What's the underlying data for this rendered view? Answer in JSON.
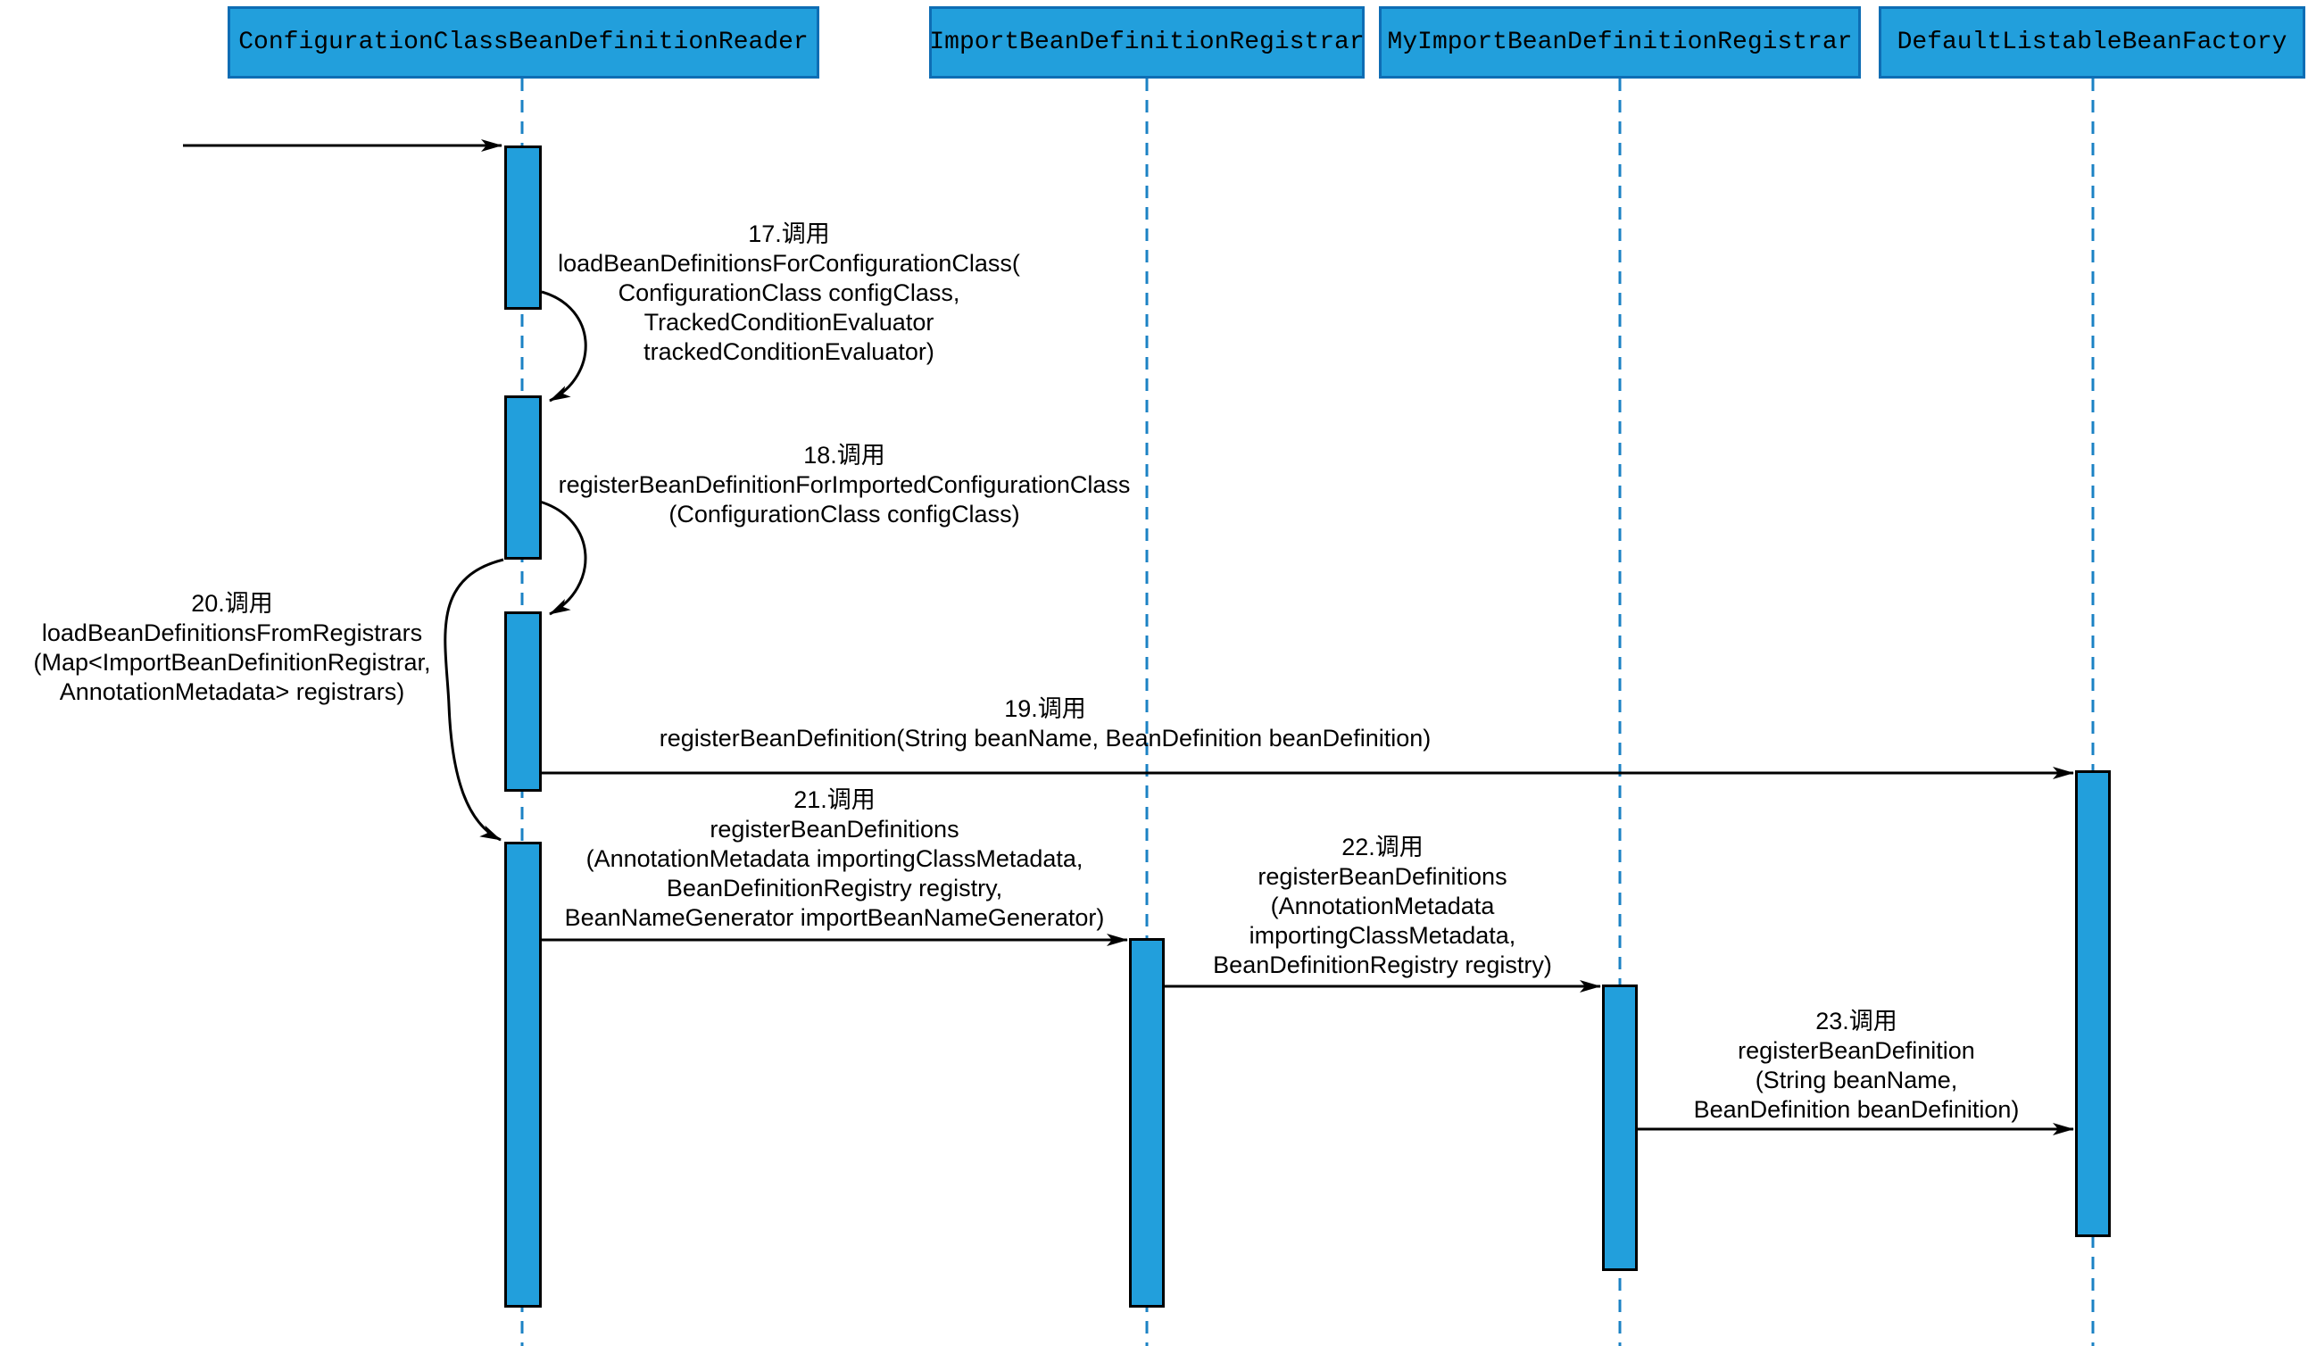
{
  "diagram": {
    "kind": "uml-sequence-diagram",
    "participants": [
      {
        "name": "ConfigurationClassBeanDefinitionReader"
      },
      {
        "name": "ImportBeanDefinitionRegistrar"
      },
      {
        "name": "MyImportBeanDefinitionRegistrar"
      },
      {
        "name": "DefaultListableBeanFactory"
      }
    ],
    "messages": [
      {
        "num": "17",
        "type": "self-call",
        "from": "ConfigurationClassBeanDefinitionReader",
        "to": "ConfigurationClassBeanDefinitionReader",
        "label": "17.调用\nloadBeanDefinitionsForConfigurationClass(\nConfigurationClass configClass,\nTrackedConditionEvaluator\ntrackedConditionEvaluator)"
      },
      {
        "num": "18",
        "type": "self-call",
        "from": "ConfigurationClassBeanDefinitionReader",
        "to": "ConfigurationClassBeanDefinitionReader",
        "label": "18.调用\nregisterBeanDefinitionForImportedConfigurationClass\n(ConfigurationClass configClass)"
      },
      {
        "num": "19",
        "type": "call",
        "from": "ConfigurationClassBeanDefinitionReader",
        "to": "DefaultListableBeanFactory",
        "label": "19.调用\nregisterBeanDefinition(String beanName, BeanDefinition beanDefinition)"
      },
      {
        "num": "20",
        "type": "self-call",
        "from": "ConfigurationClassBeanDefinitionReader",
        "to": "ConfigurationClassBeanDefinitionReader",
        "label": "20.调用\nloadBeanDefinitionsFromRegistrars\n(Map<ImportBeanDefinitionRegistrar,\nAnnotationMetadata> registrars)"
      },
      {
        "num": "21",
        "type": "call",
        "from": "ConfigurationClassBeanDefinitionReader",
        "to": "ImportBeanDefinitionRegistrar",
        "label": "21.调用\nregisterBeanDefinitions\n(AnnotationMetadata importingClassMetadata,\nBeanDefinitionRegistry registry,\nBeanNameGenerator importBeanNameGenerator)"
      },
      {
        "num": "22",
        "type": "call",
        "from": "ImportBeanDefinitionRegistrar",
        "to": "MyImportBeanDefinitionRegistrar",
        "label": "22.调用\nregisterBeanDefinitions\n(AnnotationMetadata\nimportingClassMetadata,\nBeanDefinitionRegistry registry)"
      },
      {
        "num": "23",
        "type": "call",
        "from": "MyImportBeanDefinitionRegistrar",
        "to": "DefaultListableBeanFactory",
        "label": "23.调用\nregisterBeanDefinition\n(String beanName,\nBeanDefinition beanDefinition)"
      }
    ],
    "colors": {
      "shape_fill": "#229fdc",
      "participant_border": "#0e6db4",
      "activation_border": "#000000",
      "lifeline": "#1b82c4",
      "arrow": "#000000",
      "text": "#000000",
      "background": "#ffffff"
    }
  }
}
